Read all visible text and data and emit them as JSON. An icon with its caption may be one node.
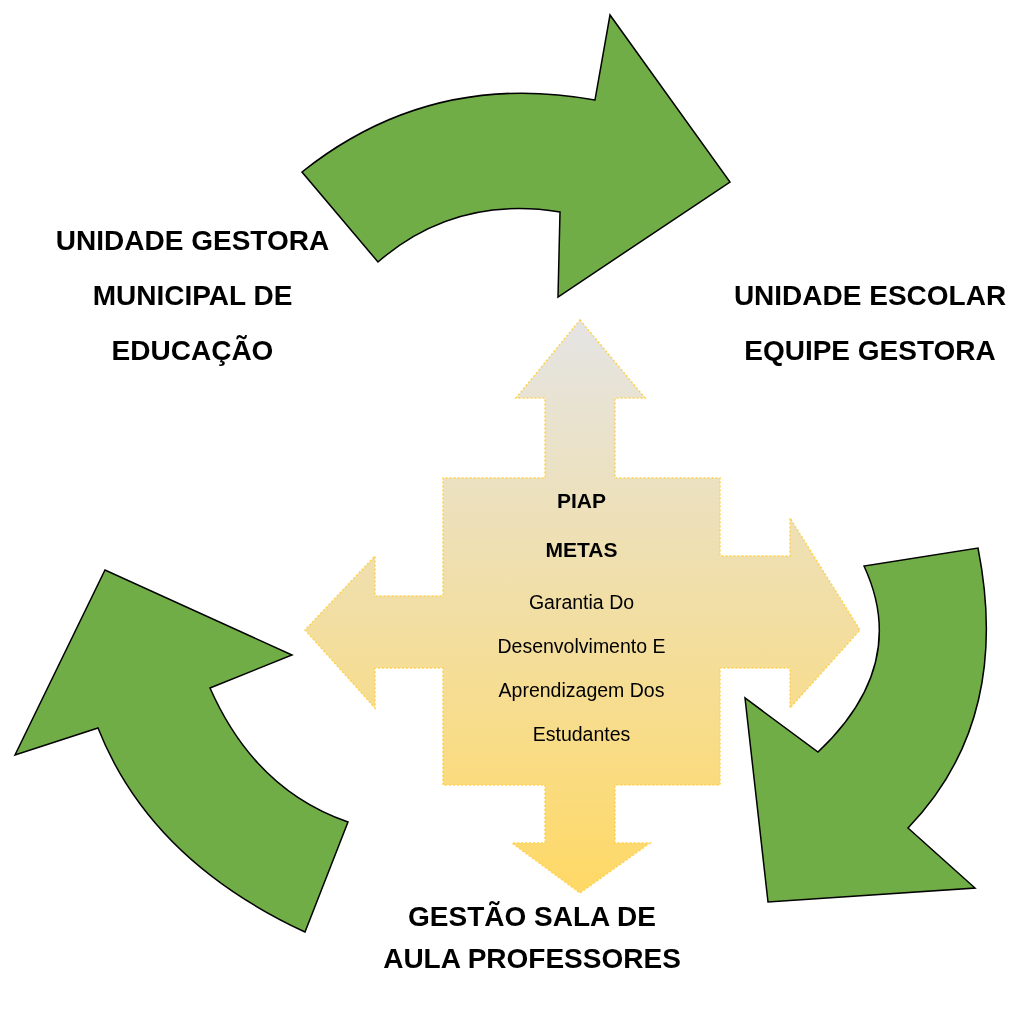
{
  "diagram": {
    "nodes": [
      {
        "text": [
          "PIAP",
          "METAS",
          "Garantia Do Desenvolvimento E Aprendizagem Dos Estudantes"
        ]
      },
      {
        "text": [
          "UNIDADE GESTORA MUNICIPAL DE EDUCAÇÃO"
        ]
      },
      {
        "text": [
          "UNIDADE ESCOLAR EQUIPE GESTORA"
        ]
      },
      {
        "text": [
          "GESTÃO SALA DE AULA PROFESSORES"
        ]
      }
    ],
    "edges": [
      {
        "from": 1,
        "to": 2,
        "arrow": "to",
        "style": "thick"
      },
      {
        "from": 2,
        "to": 3,
        "arrow": "to",
        "style": "thick"
      },
      {
        "from": 3,
        "to": 1,
        "arrow": "to",
        "style": "thick"
      }
    ]
  }
}
